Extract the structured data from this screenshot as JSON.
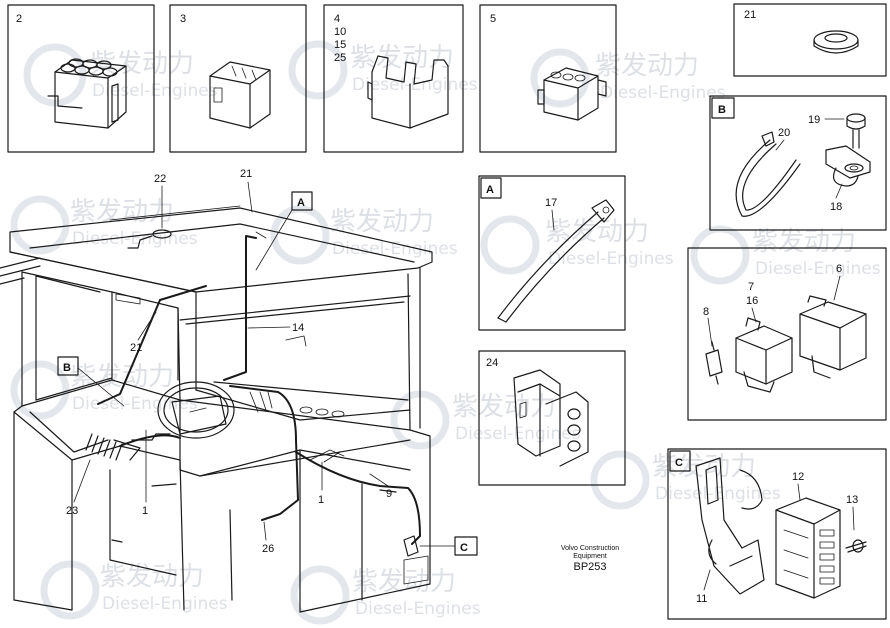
{
  "callouts": {
    "p2": "2",
    "p3": "3",
    "p4_lines": [
      "4",
      "10",
      "15",
      "25"
    ],
    "p5": "5",
    "p21_box": "21",
    "p22": "22",
    "p21_top": "21",
    "p21_left": "21",
    "p14": "14",
    "p23": "23",
    "p1_left": "1",
    "p26": "26",
    "p1_right": "1",
    "p9": "9",
    "p17": "17",
    "p24": "24",
    "p19": "19",
    "p20": "20",
    "p18": "18",
    "p6": "6",
    "p7": "7",
    "p16": "16",
    "p8": "8",
    "p12": "12",
    "p13": "13",
    "p11": "11"
  },
  "section_labels": {
    "A_main": "A",
    "B_main": "B",
    "C_main": "C",
    "A_box": "A",
    "B_box": "B",
    "C_box": "C"
  },
  "caption": {
    "line1": "Volvo Construction",
    "line2": "Equipment",
    "code": "BP253"
  },
  "watermark": {
    "cn": "紫发动力",
    "en": "Diesel-Engines"
  }
}
